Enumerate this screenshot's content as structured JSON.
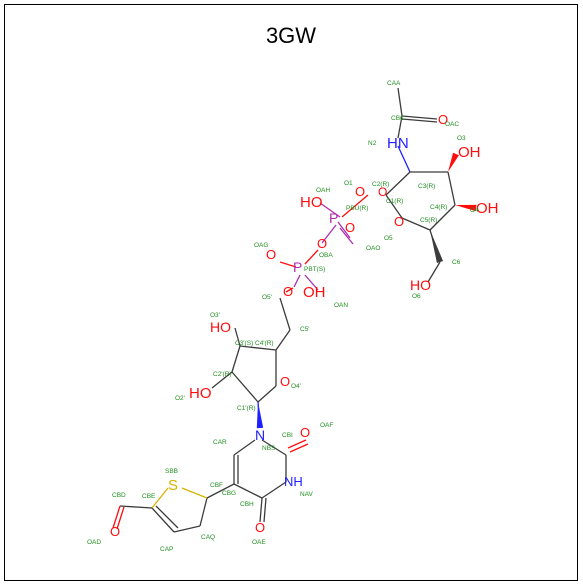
{
  "title": "3GW",
  "colors": {
    "bond": "#3c3c3c",
    "oxygen": "#ff0d0d",
    "nitrogen": "#2020ff",
    "phosphorus": "#b02eb0",
    "sulfur": "#d9b300",
    "label": "#1f8f1f"
  },
  "heavy_atoms": [
    "HN",
    "OH",
    "OH",
    "HO",
    "HO",
    "OH",
    "HO",
    "HO",
    "O",
    "O",
    "O",
    "O",
    "O",
    "O",
    "O",
    "O",
    "O",
    "O",
    "O",
    "O",
    "P",
    "P",
    "N",
    "NH",
    "S"
  ],
  "atom_labels": [
    "CAA",
    "CBC",
    "OAC",
    "N2",
    "O3",
    "C2(R)",
    "C3(R)",
    "C1(R)",
    "O1",
    "OAH",
    "PBU(R)",
    "C4(R)",
    "O4",
    "C5(R)",
    "O5",
    "OAO",
    "C6",
    "O6",
    "OAG",
    "OBA",
    "PBT(S)",
    "O5'",
    "OAN",
    "C5'",
    "O3'",
    "C3'(S)",
    "C4'(R)",
    "C2'(R)",
    "O4'",
    "O2'",
    "C1'(R)",
    "CAR",
    "NBS",
    "CBI",
    "OAF",
    "SBB",
    "CBE",
    "CBF",
    "CBG",
    "NAV",
    "CBH",
    "CBD",
    "OAD",
    "CAP",
    "CAQ",
    "OAE"
  ]
}
